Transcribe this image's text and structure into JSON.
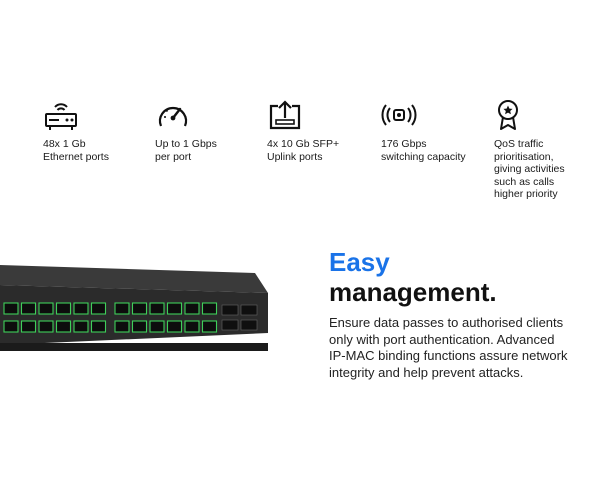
{
  "features": [
    {
      "icon": "router-icon",
      "label": "48x 1 Gb\nEthernet ports"
    },
    {
      "icon": "speedometer-icon",
      "label": "Up to 1 Gbps\nper port"
    },
    {
      "icon": "upload-tray-icon",
      "label": "4x 10 Gb SFP+\nUplink ports"
    },
    {
      "icon": "broadcast-icon",
      "label": "176 Gbps\nswitching capacity"
    },
    {
      "icon": "award-badge-icon",
      "label": "QoS traffic\nprioritisation,\ngiving activities\nsuch as calls\nhigher priority"
    }
  ],
  "heading": {
    "accent": "Easy",
    "main": "management."
  },
  "description": "Ensure data passes to authorised clients\nonly with port authentication. Advanced\nIP-MAC binding functions assure network\nintegrity and help prevent attacks.",
  "colors": {
    "accent": "#1a73e8",
    "port_led": "#3ecf5a",
    "switch_body": "#2b2b2b"
  }
}
